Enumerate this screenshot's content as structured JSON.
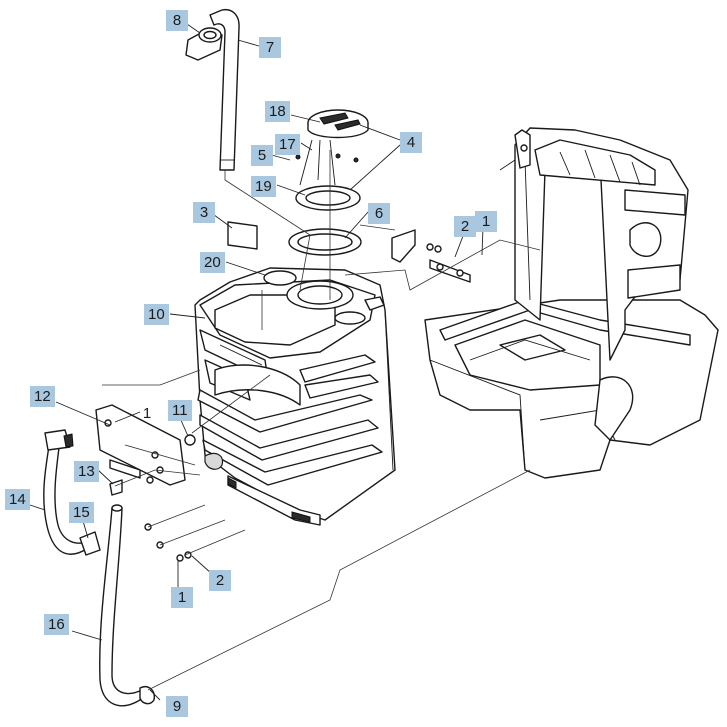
{
  "diagram": {
    "colors": {
      "callout_fill": "#a9c8e0",
      "line": "#1a1a1a",
      "background": "#ffffff"
    },
    "callouts": [
      {
        "id": "c8",
        "text": "8",
        "highlight": true
      },
      {
        "id": "c7",
        "text": "7",
        "highlight": true
      },
      {
        "id": "c18",
        "text": "18",
        "highlight": true
      },
      {
        "id": "c4",
        "text": "4",
        "highlight": true
      },
      {
        "id": "c17",
        "text": "17",
        "highlight": true
      },
      {
        "id": "c5",
        "text": "5",
        "highlight": true
      },
      {
        "id": "c19",
        "text": "19",
        "highlight": true
      },
      {
        "id": "c6",
        "text": "6",
        "highlight": true
      },
      {
        "id": "c3",
        "text": "3",
        "highlight": true
      },
      {
        "id": "c2a",
        "text": "2",
        "highlight": true
      },
      {
        "id": "c1a",
        "text": "1",
        "highlight": true
      },
      {
        "id": "c20",
        "text": "20",
        "highlight": true
      },
      {
        "id": "c10",
        "text": "10",
        "highlight": true
      },
      {
        "id": "c12",
        "text": "12",
        "highlight": true
      },
      {
        "id": "c1b",
        "text": "1",
        "highlight": false
      },
      {
        "id": "c11",
        "text": "11",
        "highlight": true
      },
      {
        "id": "c13",
        "text": "13",
        "highlight": true
      },
      {
        "id": "c14",
        "text": "14",
        "highlight": true
      },
      {
        "id": "c15",
        "text": "15",
        "highlight": true
      },
      {
        "id": "c2b",
        "text": "2",
        "highlight": true
      },
      {
        "id": "c1c",
        "text": "1",
        "highlight": true
      },
      {
        "id": "c16",
        "text": "16",
        "highlight": true
      },
      {
        "id": "c9",
        "text": "9",
        "highlight": true
      }
    ]
  }
}
